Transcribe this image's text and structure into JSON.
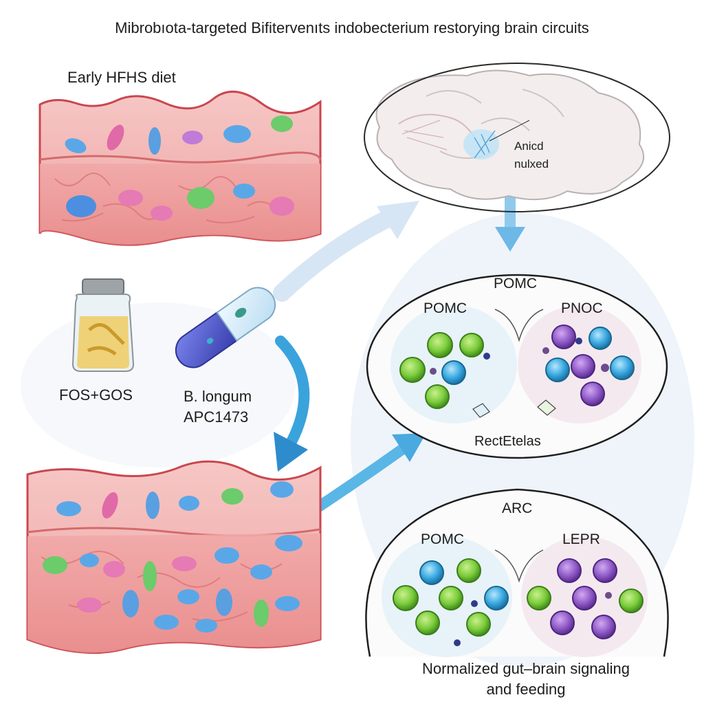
{
  "title": "Mibrobıota-targeted Bifitervenıts  indobecterium restorying brain circuits",
  "gut_top": {
    "label": "Early HFHS diet"
  },
  "supplement": {
    "label": "FOS+GOS"
  },
  "probiotic": {
    "line1": "B. longum",
    "line2": "APC1473"
  },
  "brain": {
    "line1": "Anicd",
    "line2": "nulxed"
  },
  "cluster1": {
    "title": "POMC",
    "left_label": "POMC",
    "right_label": "PNOC",
    "bottom_label": "RectEtelas"
  },
  "cluster2": {
    "title": "ARC",
    "left_label": "POMC",
    "right_label": "LEPR"
  },
  "footer": {
    "line1": "Normalized gut–brain signaling",
    "line2": "and feeding"
  },
  "colors": {
    "tissue": "#f2b3b3",
    "tissue_dark": "#c9474f",
    "arrow_blue": "#3aa3dc",
    "arrow_pale": "#cfe2f3",
    "green_cell": "#7ccc3c",
    "purple_cell": "#8f5bc7",
    "blue_cell": "#38a8e0",
    "pink_cell": "#e877b4",
    "capsule_blue": "#4d55c8",
    "jar_yellow": "#f0cd6a"
  },
  "icons": [
    "supplement-jar-icon",
    "probiotic-capsule-icon",
    "brain-icon",
    "arrow-icon"
  ]
}
